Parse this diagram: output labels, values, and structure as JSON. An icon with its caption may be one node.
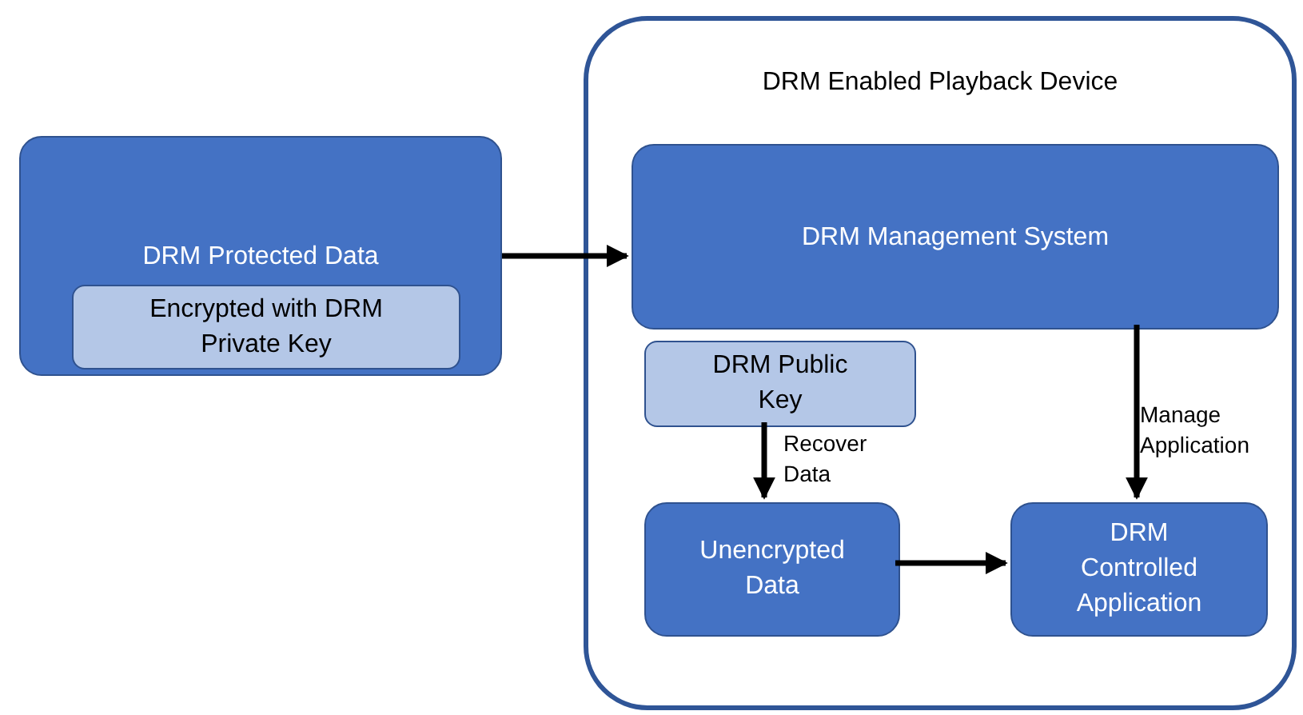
{
  "diagram": {
    "nodes": [
      {
        "text": [
          "DRM Enabled Playback Device"
        ]
      },
      {
        "text": [
          "DRM Protected Data"
        ]
      },
      {
        "text": [
          "Encrypted with DRM Private Key"
        ],
        "in": 1
      },
      {
        "text": [
          "DRM Management System"
        ],
        "in": 0
      },
      {
        "text": [
          "DRM Public Key"
        ],
        "in": 0
      },
      {
        "text": [
          "Unencrypted Data"
        ],
        "in": 0
      },
      {
        "text": [
          "DRM Controlled Application"
        ],
        "in": 0
      }
    ],
    "edges": [
      {
        "from": 1,
        "to": 3,
        "arrow": "to"
      },
      {
        "from": 4,
        "to": 5,
        "arrow": "to",
        "label": "Recover Data"
      },
      {
        "from": 3,
        "to": 6,
        "arrow": "to",
        "label": "Manage Application"
      },
      {
        "from": 5,
        "to": 6,
        "arrow": "to"
      }
    ]
  }
}
